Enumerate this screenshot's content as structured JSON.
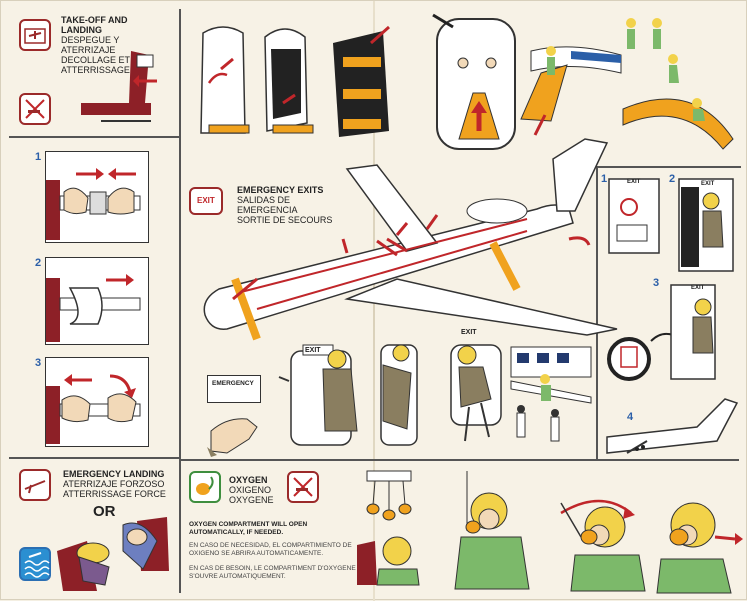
{
  "sections": {
    "takeoff": {
      "title": "TAKE-OFF AND LANDING",
      "es": "DESPEGUE Y ATERRIZAJE",
      "fr": "DECOLLAGE ET ATTERRISSAGE"
    },
    "belt_steps": [
      "1",
      "2",
      "3"
    ],
    "emergency_exits": {
      "icon_text": "EXIT",
      "title": "EMERGENCY EXITS",
      "es": "SALIDAS DE EMERGENCIA",
      "fr": "SORTIE DE SECOURS"
    },
    "exit_steps": [
      "1",
      "2",
      "3",
      "4"
    ],
    "exit_sign": "EXIT",
    "emergency_handle_label": "EMERGENCY",
    "emergency_landing": {
      "title": "EMERGENCY LANDING",
      "es": "ATERRIZAJE FORZOSO",
      "fr": "ATTERRISSAGE FORCE",
      "or_text": "OR"
    },
    "oxygen": {
      "title": "OXYGEN",
      "es": "OXIGENO",
      "fr": "OXYGENE",
      "note_en": "OXYGEN COMPARTMENT WILL OPEN AUTOMATICALLY, IF NEEDED.",
      "note_es": "EN CASO DE NECESIDAD, EL COMPARTIMIENTO DE OXIGENO SE ABRIRA AUTOMATICAMENTE.",
      "note_fr": "EN CAS DE BESOIN, LE COMPARTIMENT D'OXYGENE S'OUVRE AUTOMATIQUEMENT."
    }
  },
  "colors": {
    "red": "#c0262a",
    "orange": "#f0a21e",
    "green_jacket": "#7cb96a",
    "blonde": "#f2d24a",
    "uniform": "#8a7e60",
    "navy": "#233a6e"
  }
}
